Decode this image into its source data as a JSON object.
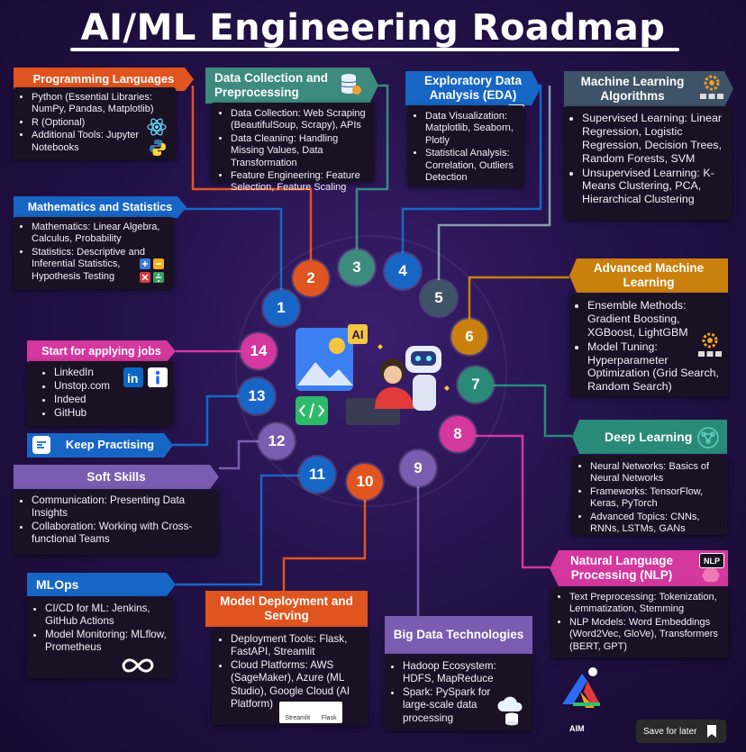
{
  "title": "AI/ML Engineering Roadmap",
  "colors": {
    "orange": "#e0541f",
    "teal": "#3d8a7e",
    "blue": "#1766c6",
    "slate": "#3f5368",
    "gold": "#c9800d",
    "green": "#2a8a78",
    "magenta": "#d4379e",
    "purple": "#7a5cb0",
    "crimson": "#d4255b"
  },
  "cards": {
    "programming": {
      "title": "Programming Languages",
      "items": [
        "Python (Essential Libraries: NumPy, Pandas, Matplotlib)",
        "R (Optional)",
        "Additional Tools: Jupyter Notebooks"
      ]
    },
    "data_collection": {
      "title": "Data Collection and Preprocessing",
      "items": [
        "Data Collection: Web Scraping (BeautifulSoup, Scrapy), APIs",
        "Data Cleaning: Handling Missing Values, Data Transformation",
        "Feature Engineering: Feature Selection, Feature Scaling"
      ]
    },
    "eda": {
      "title": "Exploratory Data Analysis (EDA)",
      "items": [
        "Data Visualization: Matplotlib, Seaborn, Plotly",
        "Statistical Analysis: Correlation, Outliers Detection"
      ]
    },
    "ml_algorithms": {
      "title": "Machine Learning Algorithms",
      "items": [
        "Supervised Learning: Linear Regression, Logistic Regression, Decision Trees, Random Forests, SVM",
        "Unsupervised Learning: K-Means Clustering, PCA, Hierarchical Clustering"
      ]
    },
    "math": {
      "title": "Mathematics and Statistics",
      "items": [
        "Mathematics: Linear Algebra, Calculus, Probability",
        "Statistics: Descriptive and Inferential Statistics, Hypothesis Testing"
      ]
    },
    "advanced_ml": {
      "title": "Advanced Machine Learning",
      "items": [
        "Ensemble Methods: Gradient Boosting, XGBoost, LightGBM",
        "Model Tuning: Hyperparameter Optimization (Grid Search, Random Search)"
      ]
    },
    "jobs": {
      "title": "Start for applying jobs",
      "items": [
        "LinkedIn",
        "Unstop.com",
        "Indeed",
        "GitHub"
      ]
    },
    "keep_practising": {
      "title": "Keep Practising"
    },
    "deep_learning": {
      "title": "Deep Learning",
      "items": [
        "Neural Networks: Basics of Neural Networks",
        "Frameworks: TensorFlow, Keras, PyTorch",
        "Advanced Topics: CNNs, RNNs, LSTMs, GANs"
      ]
    },
    "soft_skills": {
      "title": "Soft Skills",
      "items": [
        "Communication: Presenting Data Insights",
        "Collaboration: Working with Cross-functional Teams"
      ]
    },
    "nlp": {
      "title": "Natural Language Processing (NLP)",
      "items": [
        "Text Preprocessing: Tokenization, Lemmatization, Stemming",
        "NLP Models: Word Embeddings (Word2Vec, GloVe), Transformers (BERT, GPT)"
      ]
    },
    "mlops": {
      "title": "MLOps",
      "items": [
        "CI/CD for ML: Jenkins, GitHub Actions",
        "Model Monitoring: MLflow, Prometheus"
      ]
    },
    "deployment": {
      "title": "Model Deployment and Serving",
      "items": [
        "Deployment Tools: Flask, FastAPI, Streamlit",
        "Cloud Platforms: AWS (SageMaker), Azure (ML Studio), Google Cloud (AI Platform)"
      ],
      "logos": [
        "Streamlit",
        "Flask"
      ]
    },
    "big_data": {
      "title": "Big Data Technologies",
      "items": [
        "Hadoop Ecosystem: HDFS, MapReduce",
        "Spark: PySpark for large-scale data processing"
      ]
    }
  },
  "steps": [
    "1",
    "2",
    "3",
    "4",
    "5",
    "6",
    "7",
    "8",
    "9",
    "10",
    "11",
    "12",
    "13",
    "14"
  ],
  "center_badge": "AI",
  "nlp_badge": "NLP",
  "logo_text": "AIM",
  "save_button": "Save for later",
  "icons": [
    "react-icon",
    "python-icon",
    "database-icon",
    "chart-icon",
    "gear-icon",
    "calculator-icon",
    "linkedin-icon",
    "indeed-icon",
    "practice-icon",
    "brain-icon",
    "infinity-icon",
    "cloud-database-icon",
    "bookmark-icon"
  ]
}
